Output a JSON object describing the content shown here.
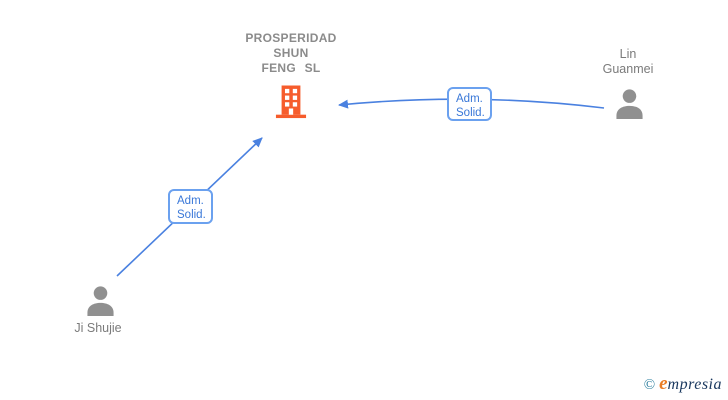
{
  "diagram": {
    "company": {
      "name": "PROSPERIDAD SHUN FENG SL",
      "name_lines": [
        "PROSPERIDAD",
        "SHUN",
        "FENG SL"
      ],
      "icon": "building-icon",
      "icon_color": "#f65c2c"
    },
    "people": [
      {
        "name": "Ji Shujie",
        "name_lines": [
          "Ji Shujie"
        ],
        "icon": "person-icon",
        "icon_color": "#909090",
        "position": "bottom-left"
      },
      {
        "name": "Lin Guanmei",
        "name_lines": [
          "Lin",
          "Guanmei"
        ],
        "icon": "person-icon",
        "icon_color": "#909090",
        "position": "top-right"
      }
    ],
    "edges": [
      {
        "from": "Ji Shujie",
        "to": "PROSPERIDAD SHUN FENG SL",
        "label": "Adm. Solid.",
        "label_lines": [
          "Adm.",
          "Solid."
        ]
      },
      {
        "from": "Lin Guanmei",
        "to": "PROSPERIDAD SHUN FENG SL",
        "label": "Adm. Solid.",
        "label_lines": [
          "Adm.",
          "Solid."
        ]
      }
    ],
    "edge_color": "#4a81e0"
  },
  "watermark": {
    "copyright": "©",
    "brand": "Empresia",
    "brand_initial": "e",
    "brand_rest": "mpresia"
  }
}
